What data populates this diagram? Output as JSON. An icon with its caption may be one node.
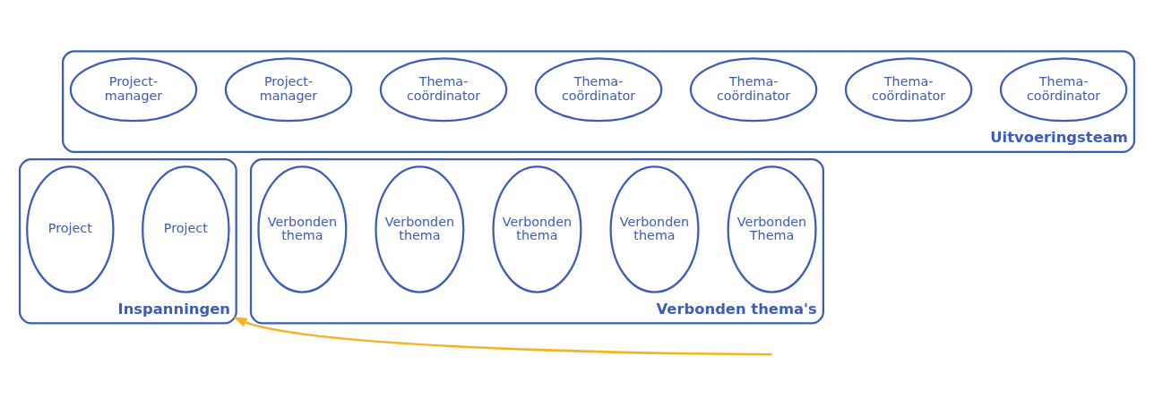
{
  "diagram": {
    "nodes": [
      {
        "text": [
          "Uitvoeringsteam"
        ]
      },
      {
        "text": [
          "Project- manager"
        ],
        "in": 0
      },
      {
        "text": [
          "Project- manager"
        ],
        "in": 0
      },
      {
        "text": [
          "Thema- coördinator"
        ],
        "in": 0
      },
      {
        "text": [
          "Thema- coördinator"
        ],
        "in": 0
      },
      {
        "text": [
          "Thema- coördinator"
        ],
        "in": 0
      },
      {
        "text": [
          "Thema- coördinator"
        ],
        "in": 0
      },
      {
        "text": [
          "Thema- coördinator"
        ],
        "in": 0
      },
      {
        "text": [
          "Inspanningen"
        ]
      },
      {
        "text": [
          "Project"
        ],
        "in": 8
      },
      {
        "text": [
          "Project"
        ],
        "in": 8
      },
      {
        "text": [
          "Verbonden thema's"
        ]
      },
      {
        "text": [
          "Verbonden thema"
        ],
        "in": 11
      },
      {
        "text": [
          "Verbonden thema"
        ],
        "in": 11
      },
      {
        "text": [
          "Verbonden thema"
        ],
        "in": 11
      },
      {
        "text": [
          "Verbonden thema"
        ],
        "in": 11
      },
      {
        "text": [
          "Verbonden Thema"
        ],
        "in": 11
      }
    ],
    "edges": [
      {
        "from": null,
        "to": 8,
        "arrow": "to",
        "color": "#f5b324"
      }
    ]
  }
}
